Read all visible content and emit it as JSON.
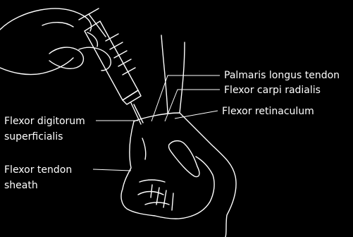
{
  "labels": {
    "palmaris_longus": "Palmaris longus tendon",
    "flexor_carpi_radialis": "Flexor carpi radialis",
    "flexor_retinaculum": "Flexor retinaculum",
    "fds_line1": "Flexor digitorum",
    "fds_line2": "superficialis",
    "fts_line1": "Flexor tendon",
    "fts_line2": "sheath"
  },
  "colors": {
    "background": "#000000",
    "line": "#ffffff",
    "text": "#ffffff"
  },
  "icons": [
    "syringe-icon",
    "hand-holding-syringe-icon",
    "patient-hand-wrist-icon"
  ]
}
